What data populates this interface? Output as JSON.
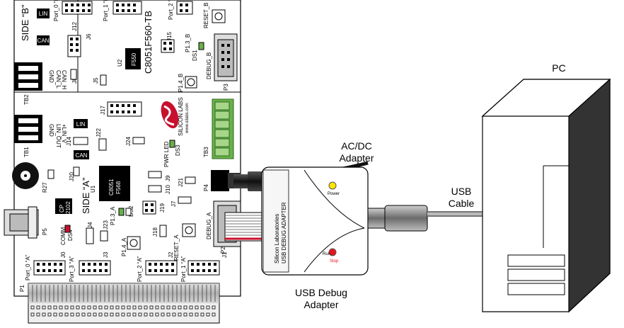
{
  "board": {
    "name": "C8051F560-TB",
    "side_b": "SIDE “B”",
    "side_a": "SIDE “A”",
    "mcu_b": "F550",
    "mcu_a_line1": "C8051",
    "mcu_a_line2": "F568",
    "u2": "U2",
    "u1": "U1",
    "labels": {
      "lin_b": "LIN",
      "can_b": "CAN",
      "lin_a": "LIN",
      "can_a": "CAN",
      "port0_b": "Port_0 “B”",
      "port1_b": "Port_1 “B”",
      "port2_b": "Port_2 “B”",
      "reset_b": "RESET_B",
      "p13_b": "P1.3_B",
      "ds1": "DS1",
      "debug_b": "DEBUG_B",
      "p3": "P3",
      "p14_b": "P1.4_B",
      "j12": "J12",
      "j6": "J6",
      "j15": "J15",
      "j5": "J5",
      "j8": "J8",
      "j17": "J17",
      "tb2": "TB2",
      "tb1": "TB1",
      "tb3": "TB3",
      "gnd_b": "GND",
      "can_l": "CAN_L",
      "can_h": "CAN_H",
      "gnd_a": "GND",
      "lin_out": "LIN_OUT",
      "lin_v": "+LIN_V",
      "j14": "J14",
      "j22": "J22",
      "j24": "J24",
      "pwr_led": "PWR LED",
      "ds3": "DS3",
      "r27": "R27",
      "j20": "J20",
      "j21": "J21",
      "j9": "J9",
      "j10": "J10",
      "j19": "J19",
      "j7": "J7",
      "p4": "P4",
      "p5": "P5",
      "cp_line1": "CP",
      "cp_line2": "2102",
      "p13_a": "P1.3_A",
      "ds2": "DS2",
      "comm": "COMM",
      "ds4": "DS4",
      "j4": "J4",
      "j23": "J23",
      "p14_a": "P1.4_A",
      "j18": "J18",
      "reset_a": "RESET_A",
      "debug_a": "DEBUG_A",
      "p2": "P2",
      "j0": "J0",
      "j3": "J3",
      "j2": "J2",
      "j1": "J1",
      "port0_a": "Port_0 “A”",
      "port3_a": "Port_3 “A”",
      "port2_a": "Port_2 “A”",
      "port1_a": "Port_1 “A”",
      "p1": "P1",
      "silicon_labs": "SILICON LABS",
      "silicon_web": "www.silabs.com"
    }
  },
  "adapter": {
    "acdc_line1": "AC/DC",
    "acdc_line2": "Adapter",
    "usb_debug_line1": "USB Debug",
    "usb_debug_line2": "Adapter",
    "brand": "Silicon Laboratories",
    "product": "USB DEBUG ADAPTER",
    "power": "Power",
    "run": "Run",
    "stop": "Stop"
  },
  "cable": {
    "line1": "USB",
    "line2": "Cable"
  },
  "pc": {
    "label": "PC"
  },
  "colors": {
    "power_led": "#ffe600",
    "run_stop_led": "#e8141b",
    "terminal_green": "#6ab04c",
    "ribbon_red": "#c8102e",
    "logo_red": "#c8102e"
  }
}
